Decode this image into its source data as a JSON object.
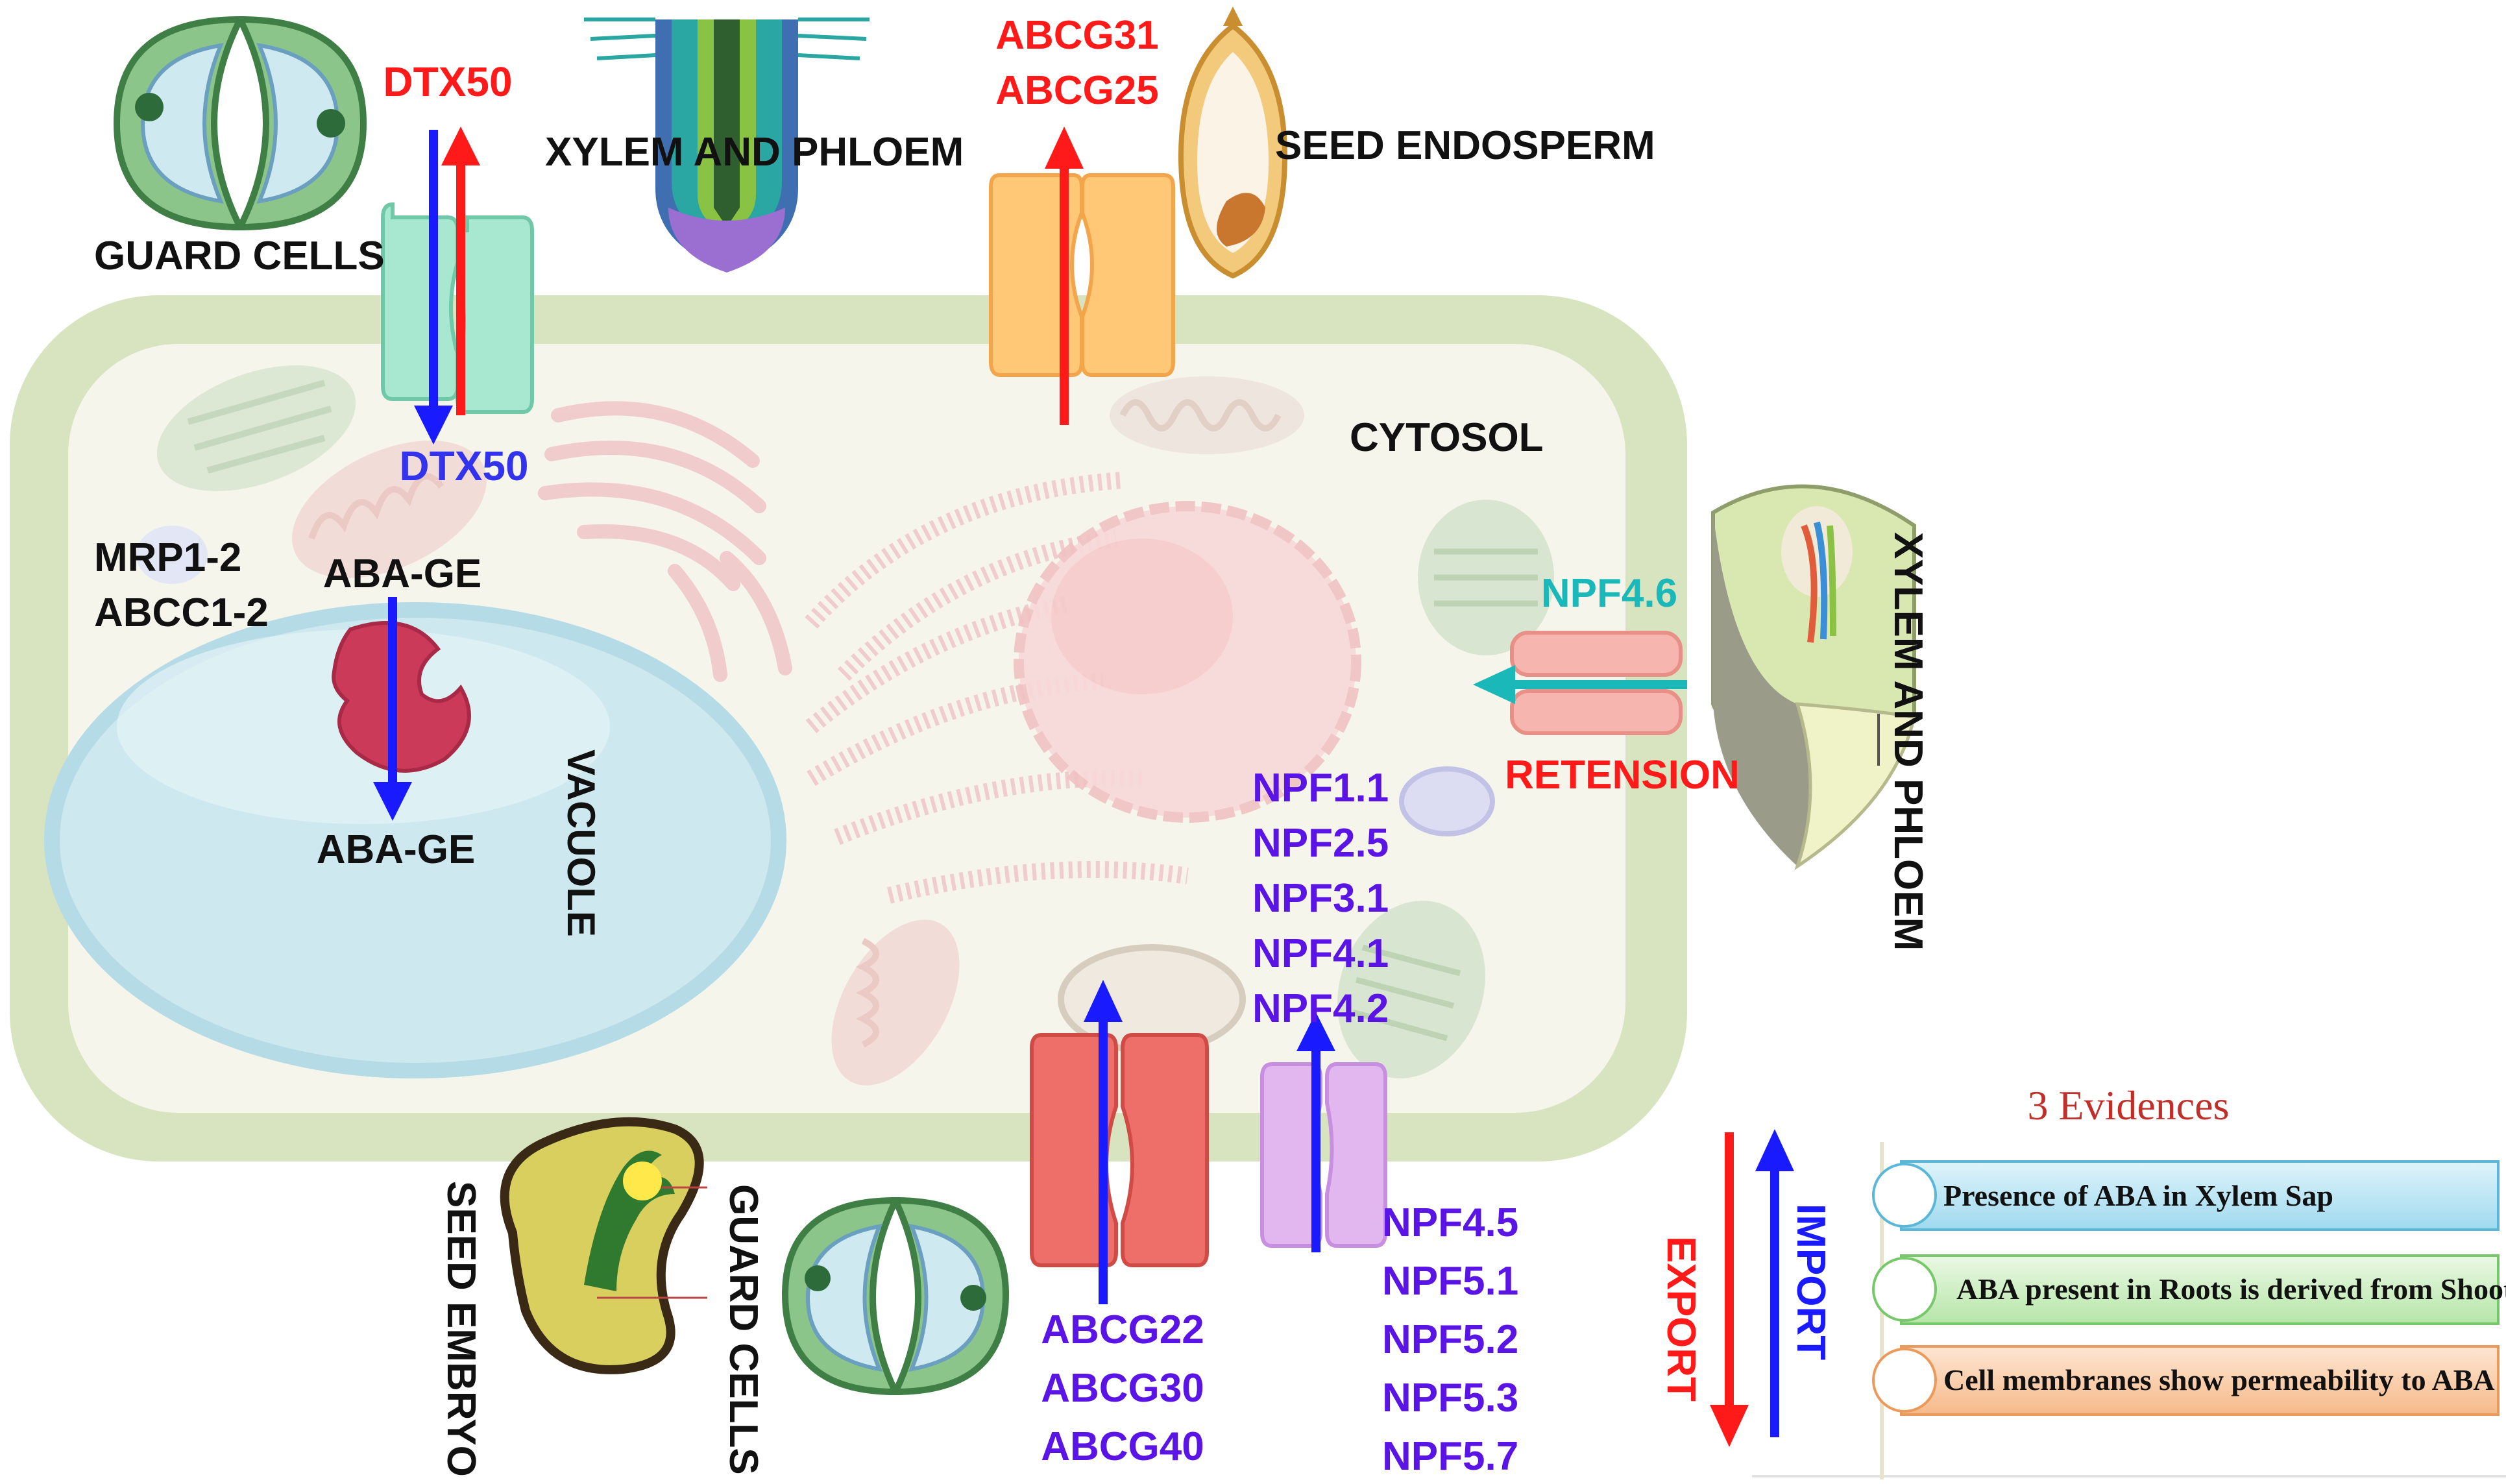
{
  "labels": {
    "dtx50_top": "DTX50",
    "dtx50_bottom": "DTX50",
    "xylem_phloem_top": "XYLEM AND PHLOEM",
    "abcg31": "ABCG31",
    "abcg25": "ABCG25",
    "seed_endosperm": "SEED ENDOSPERM",
    "guard_cells_top": "GUARD CELLS",
    "cytosol": "CYTOSOL",
    "mrp1_2": "MRP1-2",
    "abcc1_2": "ABCC1-2",
    "aba_ge_top": "ABA-GE",
    "aba_ge_bottom": "ABA-GE",
    "vacuole": "VACUOLE",
    "npf4_6": "NPF4.6",
    "retension": "RETENSION",
    "xylem_phloem_right": "XYLEM AND PHLOEM",
    "npf_import": [
      "NPF1.1",
      "NPF2.5",
      "NPF3.1",
      "NPF4.1",
      "NPF4.2"
    ],
    "npf_bottom": [
      "NPF4.5",
      "NPF5.1",
      "NPF5.2",
      "NPF5.3",
      "NPF5.7"
    ],
    "abcg_bottom": [
      "ABCG22",
      "ABCG30",
      "ABCG40"
    ],
    "seed_embryo": "SEED EMBRYO",
    "guard_cells_bottom": "GUARD CELLS",
    "export": "EXPORT",
    "import": "IMPORT"
  },
  "evidence": {
    "title": "3 Evidences",
    "items": [
      "Presence of ABA in Xylem Sap",
      "ABA present in Roots is derived from  Shoots",
      "Cell membranes show permeability to ABA"
    ]
  },
  "colors": {
    "export_red": "#ff1a1a",
    "import_blue": "#1a1aff",
    "purple_text": "#5a14e6",
    "teal": "#1ab8b8",
    "cell_wall": "#d8e3bf",
    "cytoplasm": "#f5f5ec",
    "evidence_title": "#c0302a"
  }
}
